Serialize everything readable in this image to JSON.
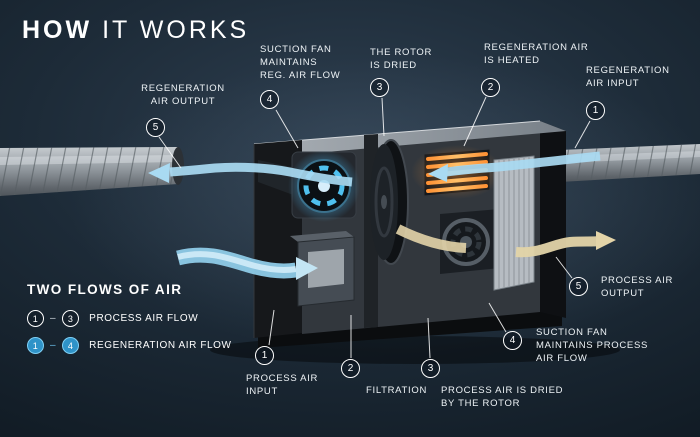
{
  "title": {
    "primary": "HOW",
    "secondary": "IT WORKS"
  },
  "callouts": {
    "reg_air_output": {
      "num": "5",
      "label": "REGENERATION\nAIR OUTPUT"
    },
    "suction_fan_reg": {
      "num": "4",
      "label": "SUCTION FAN\nMAINTAINS\nREG. AIR FLOW"
    },
    "rotor_dried": {
      "num": "3",
      "label": "THE ROTOR\nIS DRIED"
    },
    "reg_air_heated": {
      "num": "2",
      "label": "REGENERATION AIR\nIS HEATED"
    },
    "reg_air_input": {
      "num": "1",
      "label": "REGENERATION\nAIR INPUT"
    },
    "process_air_input": {
      "num": "1",
      "label": "PROCESS AIR\nINPUT"
    },
    "filtration": {
      "num": "2",
      "label": "FILTRATION"
    },
    "process_air_dried": {
      "num": "3",
      "label": "PROCESS AIR IS DRIED\nBY THE ROTOR"
    },
    "suction_fan_process": {
      "num": "4",
      "label": "SUCTION FAN\nMAINTAINS PROCESS\nAIR FLOW"
    },
    "process_air_output": {
      "num": "5",
      "label": "PROCESS AIR\nOUTPUT"
    }
  },
  "legend": {
    "title": "TWO FLOWS OF AIR",
    "separator": "–",
    "process": {
      "from": "1",
      "to": "3",
      "label": "PROCESS AIR FLOW"
    },
    "regeneration": {
      "from": "1",
      "to": "4",
      "label": "REGENERATION AIR FLOW"
    }
  },
  "colors": {
    "background": "#1d2b38",
    "text": "#eef3f6",
    "badge_border": "#ffffff",
    "legend_blue": "#2f93c8",
    "regeneration_flow": "#a9daf2",
    "process_flow_wet": "#c3e5f4",
    "process_flow_dry": "#e3d4a8",
    "heater": "#ff9430"
  }
}
